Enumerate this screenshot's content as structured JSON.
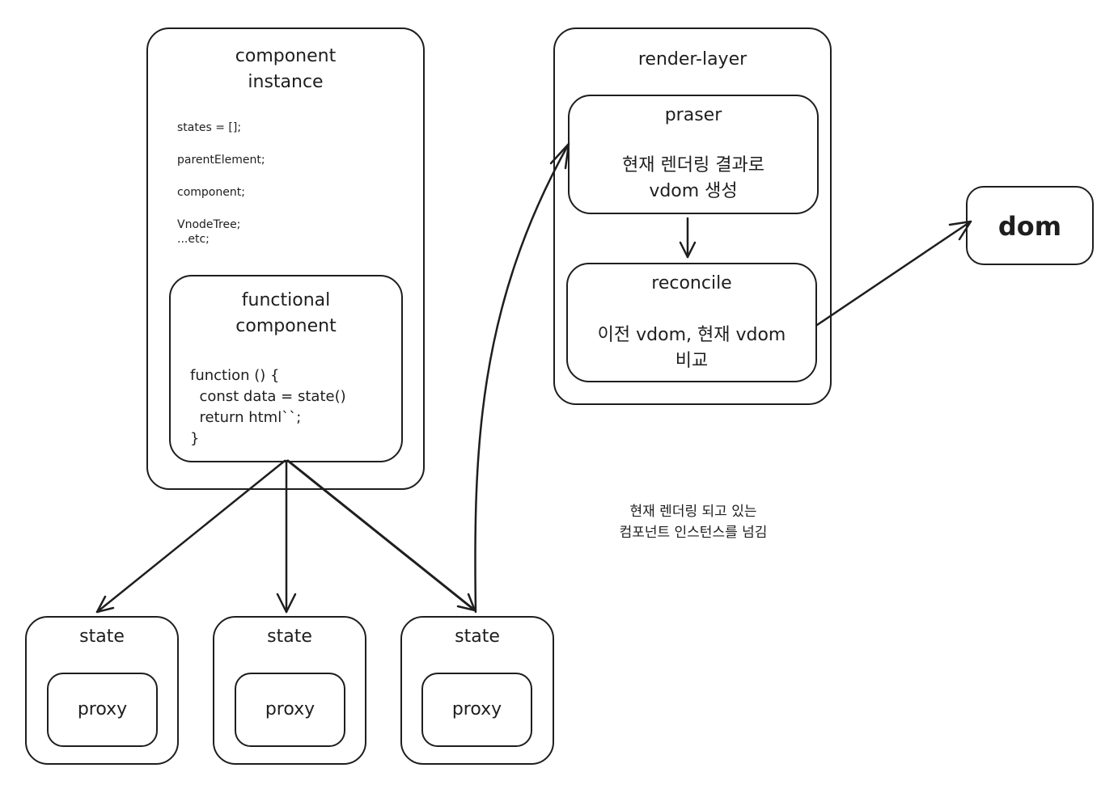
{
  "component_instance": {
    "title": "component\ninstance",
    "fields": [
      "states = [];",
      "parentElement;",
      "component;",
      "VnodeTree;\n...etc;"
    ]
  },
  "functional_component": {
    "title": "functional\ncomponent",
    "code": [
      "function () {",
      "  const data = state()",
      "  return html``;",
      "}"
    ]
  },
  "render_layer": {
    "title": "render-layer",
    "parser": {
      "title": "praser",
      "description": "현재 렌더링 결과로\nvdom 생성"
    },
    "reconcile": {
      "title": "reconcile",
      "description": "이전 vdom, 현재 vdom\n비교"
    }
  },
  "dom": {
    "label": "dom"
  },
  "states": [
    {
      "label": "state",
      "inner": "proxy"
    },
    {
      "label": "state",
      "inner": "proxy"
    },
    {
      "label": "state",
      "inner": "proxy"
    }
  ],
  "annotation": "현재 렌더링 되고 있는\n컴포넌트 인스턴스를 넘김"
}
